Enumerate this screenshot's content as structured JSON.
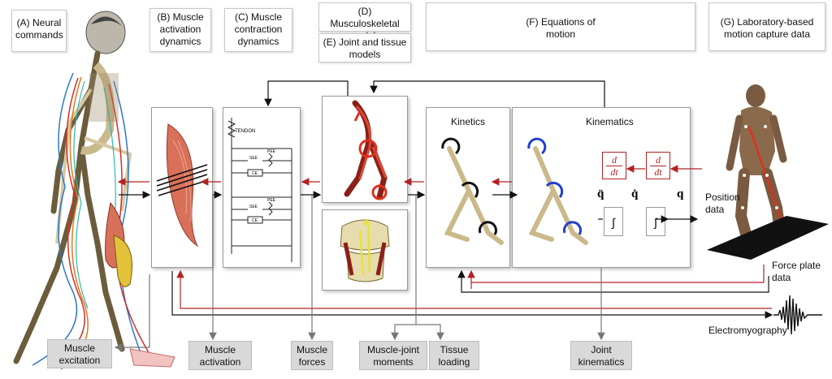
{
  "labels": {
    "a": [
      "(A) Neural",
      "commands"
    ],
    "b": [
      "(B) Muscle",
      "activation",
      "dynamics"
    ],
    "c": [
      "(C) Muscle",
      "contraction",
      "dynamics"
    ],
    "d": [
      "(D) Musculoskeletal",
      "models"
    ],
    "e": [
      "(E) Joint and tissue",
      "models"
    ],
    "f": [
      "(F) Equations of",
      "motion"
    ],
    "g": [
      "(G) Laboratory-based",
      "motion capture data"
    ]
  },
  "panels": {
    "kinetics": "Kinetics",
    "kinematics": "Kinematics",
    "tendon": "TENDON",
    "see": "SEE",
    "pee": "PEE",
    "ce": "CE",
    "ddt": [
      "d",
      "dt"
    ],
    "q_dd": "q̈",
    "q_d": "q̇",
    "q": "q",
    "integral": "∫"
  },
  "side": {
    "position": [
      "Position",
      "data"
    ],
    "force": [
      "Force plate",
      "data"
    ],
    "emg": "Electromyography"
  },
  "outputs": {
    "excitation": [
      "Muscle",
      "excitation"
    ],
    "activation": [
      "Muscle",
      "activation"
    ],
    "forces": [
      "Muscle",
      "forces"
    ],
    "moments": [
      "Muscle-joint",
      "moments"
    ],
    "tissue": [
      "Tissue",
      "loading"
    ],
    "joint_kin": [
      "Joint",
      "kinematics"
    ]
  },
  "colors": {
    "feedback_arrow": "#b22222",
    "signal_arrow": "#111111",
    "muscle": "#d9705a",
    "bone": "#cbb98a",
    "torque_blue": "#1f3fcf",
    "force_plate": "#111111",
    "output_box": "#d9d9d9"
  }
}
